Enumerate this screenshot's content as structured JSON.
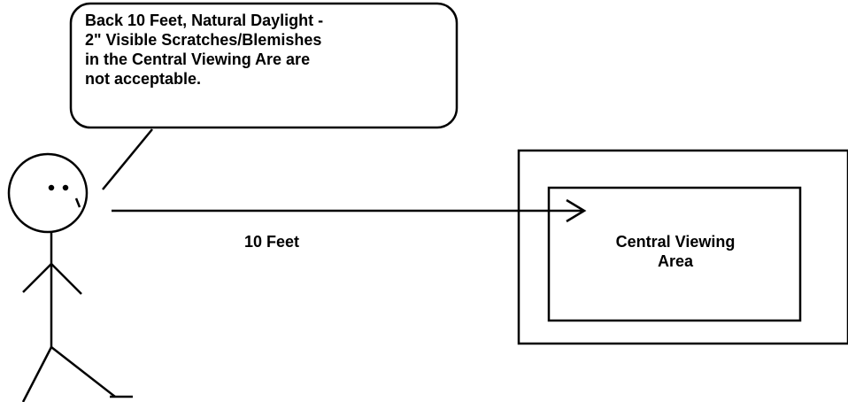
{
  "callout": {
    "lines": [
      "Back 10 Feet, Natural Daylight -",
      "2\" Visible Scratches/Blemishes",
      "in the Central Viewing Are are",
      "not acceptable."
    ]
  },
  "distance": {
    "label": "10 Feet"
  },
  "viewing_area": {
    "lines": [
      "Central Viewing",
      "Area"
    ]
  },
  "colors": {
    "stroke": "#000000",
    "background": "#ffffff"
  }
}
